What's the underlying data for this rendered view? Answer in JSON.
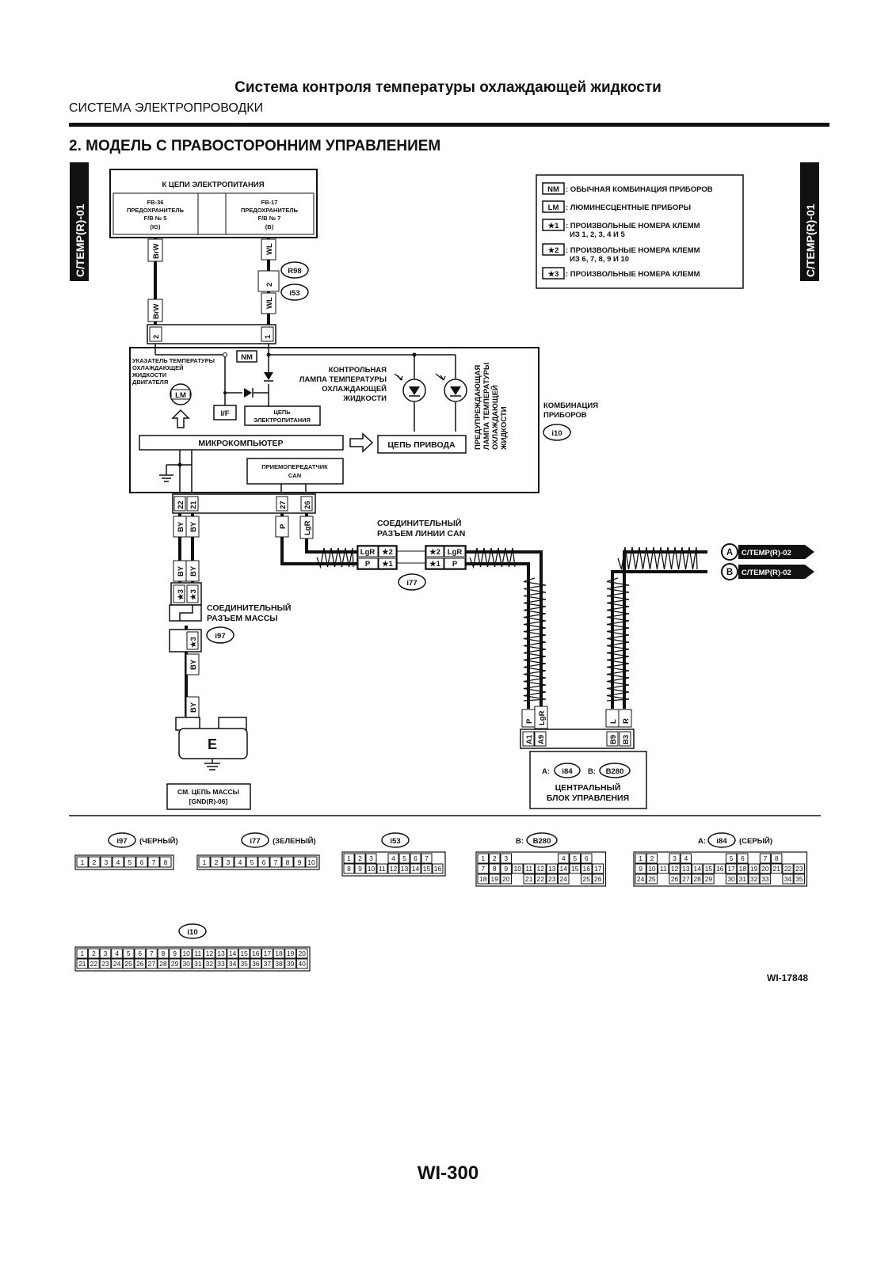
{
  "header": {
    "title": "Система контроля температуры охлаждающей жидкости",
    "subtitle": "СИСТЕМА ЭЛЕКТРОПРОВОДКИ"
  },
  "section": {
    "title": "2. МОДЕЛЬ С ПРАВОСТОРОННИМ УПРАВЛЕНИЕМ"
  },
  "side_tag": "C/TEMP(R)-01",
  "power": {
    "title": "К ЦЕПИ ЭЛЕКТРОПИТАНИЯ",
    "fuse1": [
      "FB-36",
      "ПРЕДОХРАНИТЕЛЬ",
      "F/B № 5",
      "(IG)"
    ],
    "fuse2": [
      "FB-17",
      "ПРЕДОХРАНИТЕЛЬ",
      "F/B № 7",
      "(B)"
    ]
  },
  "legend": [
    {
      "tag": "NM",
      "text": ": ОБЫЧНАЯ КОМБИНАЦИЯ ПРИБОРОВ"
    },
    {
      "tag": "LM",
      "text": ": ЛЮМИНЕСЦЕНТНЫЕ ПРИБОРЫ"
    },
    {
      "tag": "★1",
      "text": ": ПРОИЗВОЛЬНЫЕ НОМЕРА КЛЕММ",
      "text2": "ИЗ 1, 2, 3, 4 И 5"
    },
    {
      "tag": "★2",
      "text": ": ПРОИЗВОЛЬНЫЕ НОМЕРА КЛЕММ",
      "text2": "ИЗ 6, 7, 8, 9 И 10"
    },
    {
      "tag": "★3",
      "text": ": ПРОИЗВОЛЬНЫЕ НОМЕРА КЛЕММ"
    }
  ],
  "wires": {
    "BrW": "BrW",
    "WL": "WL",
    "BY": "BY",
    "P": "P",
    "LgR": "LgR",
    "L": "L",
    "R": "R"
  },
  "connectors": {
    "R98": "R98",
    "i53": "i53",
    "i10": "i10",
    "i77": "i77",
    "i97": "i97",
    "i84": "i84",
    "B280": "B280"
  },
  "pins": {
    "p1": "1",
    "p2": "2",
    "p21": "21",
    "p22": "22",
    "p26": "26",
    "p27": "27",
    "star1": "★1",
    "star2": "★2",
    "star3": "★3",
    "A1": "A1",
    "A9": "A9",
    "B9": "B9",
    "B3": "B3"
  },
  "combo": {
    "gauge_label": [
      "УКАЗАТЕЛЬ ТЕМПЕРАТУРЫ",
      "ОХЛАЖДАЮЩЕЙ",
      "ЖИДКОСТИ",
      "ДВИГАТЕЛЯ"
    ],
    "nm": "NM",
    "lm": "LM",
    "if": "I/F",
    "power_circuit": [
      "ЦЕПЬ",
      "ЭЛЕКТРОПИТАНИЯ"
    ],
    "control_lamp": [
      "КОНТРОЛЬНАЯ",
      "ЛАМПА ТЕМПЕРАТУРЫ",
      "ОХЛАЖДАЮЩЕЙ",
      "ЖИДКОСТИ"
    ],
    "warning_lamp": [
      "ПРЕДУПРЕЖДАЮЩАЯ",
      "ЛАМПА ТЕМПЕРАТУРЫ",
      "ОХЛАЖДАЮЩЕЙ",
      "ЖИДКОСТИ"
    ],
    "micro": "МИКРОКОМПЬЮТЕР",
    "driver": "ЦЕПЬ ПРИВОДА",
    "can_tx": [
      "ПРИЕМОПЕРЕДАТЧИК",
      "CAN"
    ],
    "name": [
      "КОМБИНАЦИЯ",
      "ПРИБОРОВ"
    ]
  },
  "can_joint": [
    "СОЕДИНИТЕЛЬНЫЙ",
    "РАЗЪЕМ ЛИНИИ CAN"
  ],
  "ground_joint": [
    "СОЕДИНИТЕЛЬНЫЙ",
    "РАЗЪЕМ МАССЫ"
  ],
  "ground": {
    "label": "E",
    "ref": [
      "СМ. ЦЕПЬ МАССЫ",
      "[GND(R)-06]"
    ]
  },
  "cem": {
    "a_prefix": "A:",
    "b_prefix": "B:",
    "name": [
      "ЦЕНТРАЛЬНЫЙ",
      "БЛОК УПРАВЛЕНИЯ"
    ]
  },
  "offpage": [
    {
      "letter": "A",
      "ref": "C/TEMP(R)-02"
    },
    {
      "letter": "B",
      "ref": "C/TEMP(R)-02"
    }
  ],
  "connector_views": {
    "i97": {
      "id": "i97",
      "color": "(ЧЕРНЫЙ)",
      "rows": [
        [
          "1",
          "2",
          "3",
          "4",
          "5",
          "6",
          "7",
          "8"
        ]
      ]
    },
    "i77": {
      "id": "i77",
      "color": "(ЗЕЛЕНЫЙ)",
      "rows": [
        [
          "1",
          "2",
          "3",
          "4",
          "5",
          "6",
          "7",
          "8",
          "9",
          "10"
        ]
      ]
    },
    "i53": {
      "id": "i53",
      "rows": [
        [
          "1",
          "2",
          "3",
          "",
          "4",
          "5",
          "6",
          "7"
        ],
        [
          "8",
          "9",
          "10",
          "11",
          "12",
          "13",
          "14",
          "15",
          "16"
        ]
      ]
    },
    "B280": {
      "prefix": "B:",
      "id": "B280",
      "rows": [
        [
          "1",
          "2",
          "3",
          "",
          "",
          "",
          "",
          "4",
          "5",
          "6"
        ],
        [
          "7",
          "8",
          "9",
          "10",
          "11",
          "12",
          "13",
          "14",
          "15",
          "16",
          "17"
        ],
        [
          "18",
          "19",
          "20",
          "",
          "21",
          "22",
          "23",
          "24",
          "",
          "25",
          "26"
        ]
      ]
    },
    "i84": {
      "prefix": "A:",
      "id": "i84",
      "color": "(СЕРЫЙ)",
      "rows": [
        [
          "1",
          "2",
          "",
          "3",
          "4",
          "",
          "",
          "",
          "5",
          "6",
          "",
          "7",
          "8"
        ],
        [
          "9",
          "10",
          "11",
          "12",
          "13",
          "14",
          "15",
          "16",
          "17",
          "18",
          "19",
          "20",
          "21",
          "22",
          "23"
        ],
        [
          "24",
          "25",
          "",
          "26",
          "27",
          "28",
          "29",
          "",
          "30",
          "31",
          "32",
          "33",
          "",
          "34",
          "35"
        ]
      ]
    },
    "i10": {
      "id": "i10",
      "rows": [
        [
          "1",
          "2",
          "3",
          "4",
          "5",
          "6",
          "7",
          "8",
          "9",
          "10",
          "11",
          "12",
          "13",
          "14",
          "15",
          "16",
          "17",
          "18",
          "19",
          "20"
        ],
        [
          "21",
          "22",
          "23",
          "24",
          "25",
          "26",
          "27",
          "28",
          "29",
          "30",
          "31",
          "32",
          "33",
          "34",
          "35",
          "36",
          "37",
          "38",
          "39",
          "40"
        ]
      ]
    }
  },
  "figure_id": "WI-17848",
  "page_number": "WI-300"
}
